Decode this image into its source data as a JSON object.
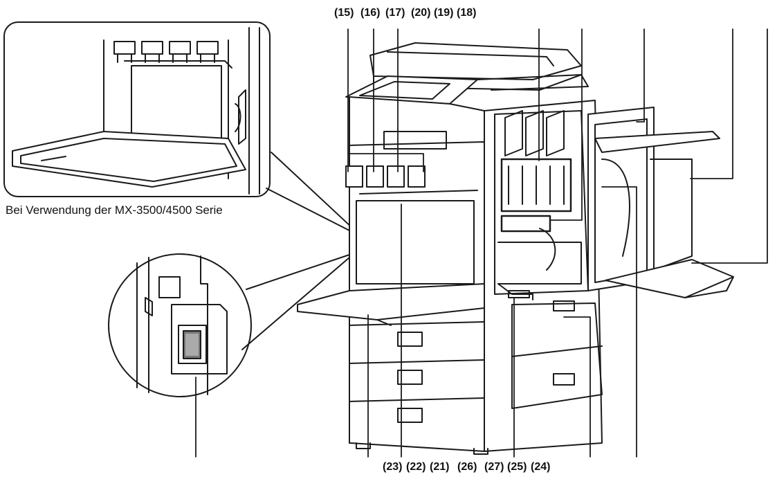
{
  "caption": "Bei Verwendung der MX-3500/4500 Serie",
  "top_labels": {
    "l15": "(15)",
    "l16": "(16)",
    "l17": "(17)",
    "l20": "(20)",
    "l19": "(19)",
    "l18": "(18)"
  },
  "bottom_labels": {
    "l23": "(23)",
    "l22": "(22)",
    "l21": "(21)",
    "l26": "(26)",
    "l27": "(27)",
    "l25": "(25)",
    "l24": "(24)"
  },
  "colors": {
    "line": "#1a1a1a",
    "fill": "#ffffff",
    "shade": "#d9d9d9",
    "dark": "#555555"
  }
}
